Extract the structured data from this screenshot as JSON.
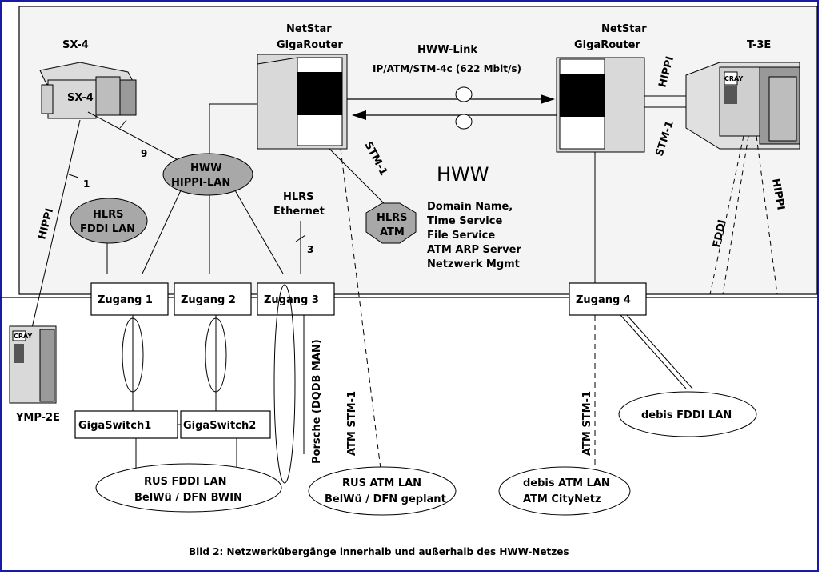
{
  "title_sx4": "SX-4",
  "sx4_body": "SX-4",
  "router_left": [
    "NetStar",
    "GigaRouter"
  ],
  "router_right": [
    "NetStar",
    "GigaRouter"
  ],
  "t3e": "T-3E",
  "hww_link": [
    "HWW-Link",
    "IP/ATM/STM-4c (622 Mbit/s)"
  ],
  "hww": "HWW",
  "hww_hippi_lan": [
    "HWW",
    "HIPPI-LAN"
  ],
  "hlrs_fddi": [
    "HLRS",
    "FDDI LAN"
  ],
  "hlrs_ethernet": [
    "HLRS",
    "Ethernet"
  ],
  "hlrs_atm": [
    "HLRS",
    "ATM"
  ],
  "services": [
    "Domain Name,",
    "Time Service",
    "File Service",
    "ATM ARP Server",
    "Netzwerk Mgmt"
  ],
  "zugang": [
    "Zugang 1",
    "Zugang 2",
    "Zugang 3",
    "Zugang 4"
  ],
  "gigaswitch": [
    "GigaSwitch1",
    "GigaSwitch2"
  ],
  "rus_fddi": [
    "RUS FDDI LAN",
    "BelWü / DFN BWIN"
  ],
  "rus_atm": [
    "RUS ATM LAN",
    "BelWü / DFN geplant"
  ],
  "debis_atm": [
    "debis ATM LAN",
    "ATM CityNetz"
  ],
  "debis_fddi": "debis FDDI LAN",
  "ymp": "YMP-2E",
  "hippi_sx": "HIPPI",
  "hippi_t3e": "HIPPI",
  "hippi_right": "HIPPI",
  "stm1_right": "STM-1",
  "stm1_left": "STM-1",
  "fddi_right": "FDDI",
  "atm_stm1_a": "ATM STM-1",
  "atm_stm1_b": "ATM STM-1",
  "porsche": "Porsche (DQDB MAN)",
  "count_9": "9",
  "count_1": "1",
  "count_3": "3",
  "cray_logo": "CRAY",
  "caption": "Bild 2: Netzwerkübergänge innerhalb und außerhalb des HWW-Netzes"
}
